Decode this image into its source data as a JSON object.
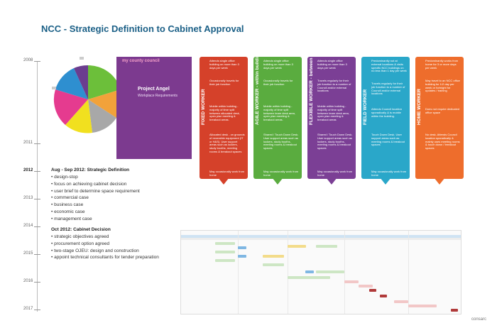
{
  "title": "NCC - Strategic Definition to Cabinet Approval",
  "timeline": {
    "years": [
      "2008",
      "2011",
      "2012",
      "2013",
      "2014",
      "2015",
      "2016",
      "2017"
    ]
  },
  "sections": [
    {
      "heading": "Aug - Sep 2012: Strategic Definition",
      "items": [
        "design-stop",
        "focus on achieving cabinet decision",
        "user brief to determine space requirement",
        "commercial case",
        "business case",
        "economic case",
        "management case"
      ]
    },
    {
      "heading": "Oct 2012: Cabinet Decision",
      "items": [
        "strategic objectives agreed",
        "procurement option agreed",
        "two-stage OJEU: design and construction",
        "appoint technical consultants for tender preparation"
      ]
    }
  ],
  "report_cover": {
    "logo": "my county council",
    "title": "Project Angel",
    "subtitle": "Workplace Requirements"
  },
  "worker_cards": [
    {
      "label": "FIXED WORKER",
      "color": "#d5412a",
      "texts": [
        "Attends single office building on more than 3 days per week",
        "Occasionally travels for their job function",
        "Mobile within building - majority of time split between allocated desk, open plan meeting & breakout areas.",
        "Allocated desk - on grounds of reversible equipment (IT or H&S). User support areas such as lockers, study booths, meeting rooms & breakout spaces",
        "May occasionally work from home"
      ]
    },
    {
      "label": "AGILE WORKER - within building",
      "color": "#5aac3f",
      "texts": [
        "Attends single office building on more than 3 days per week",
        "Occasionally travels for their job function",
        "Mobile within building - majority of time split between team desk area, open plan meeting & breakout areas.",
        "Shared / Touch Down Desk. User support areas such as lockers, study booths, meeting rooms & breakout spaces",
        "May occasionally work from home"
      ]
    },
    {
      "label": "FLEXIBLE WORKER - between buildings",
      "color": "#7b3f95",
      "texts": [
        "Attends single office building on more than 3 days per week",
        "Travels regularly for their job function to a number of Council and/or external locations",
        "Mobile within building - majority of time split between team desk area, open plan meeting & breakout areas",
        "Shared / Touch Down Desk. User support areas such as lockers, study booths, meeting rooms & breakout spaces",
        "May occasionally work from home"
      ]
    },
    {
      "label": "FIELD WORKER",
      "color": "#2aa7c9",
      "texts": [
        "Predominantly not at external locations & visits specific NCC buildings on no less than 1 day per week",
        "Travels regularly for their job function to a number of Council and/or external locations",
        "Attends Council location sporadically & is mobile within the building.",
        "Touch Down Desk. User support areas such as meeting rooms & breakout spaces",
        "May occasionally work from home"
      ]
    },
    {
      "label": "HOME WORKER",
      "color": "#ee6d2c",
      "texts": [
        "Predominantly works from home for 3 or more days per week",
        "May travel to an NCC office building for 1/2 day per week or fortnight for updates / training",
        "Does not require dedicated office space",
        "No desk. Attends Council location sporadically & mainly uses meeting rooms & touch down / breakout spaces"
      ]
    }
  ],
  "colors": {
    "title": "#1a5f86",
    "gantt_green": "#cde6c4",
    "gantt_blue": "#7fb7e3",
    "gantt_red": "#b03a3a",
    "gantt_yellow": "#f3dc8a"
  },
  "footer": "consarc"
}
